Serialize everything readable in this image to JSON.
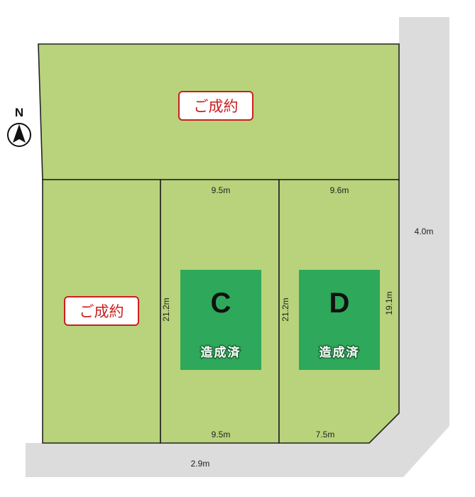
{
  "colors": {
    "lot_green": "#b8d37b",
    "built_green": "#2ea85a",
    "road_gray": "#dcdcdc",
    "sold_red": "#cc1f1f",
    "line_dark": "#222222"
  },
  "compass": {
    "north_label": "N",
    "icon": "north-arrow-icon"
  },
  "lots": {
    "top": {
      "status_label": "ご成約"
    },
    "left": {
      "status_label": "ご成約"
    },
    "c": {
      "letter": "C",
      "status_label": "造成済",
      "top_width": "9.5m",
      "depth": "21.2m",
      "bottom_width": "9.5m"
    },
    "d": {
      "letter": "D",
      "status_label": "造成済",
      "top_width": "9.6m",
      "depth": "21.2m",
      "right_depth": "19.1m",
      "bottom_width": "7.5m"
    }
  },
  "roads": {
    "east_width": "4.0m",
    "south_width": "2.9m"
  }
}
